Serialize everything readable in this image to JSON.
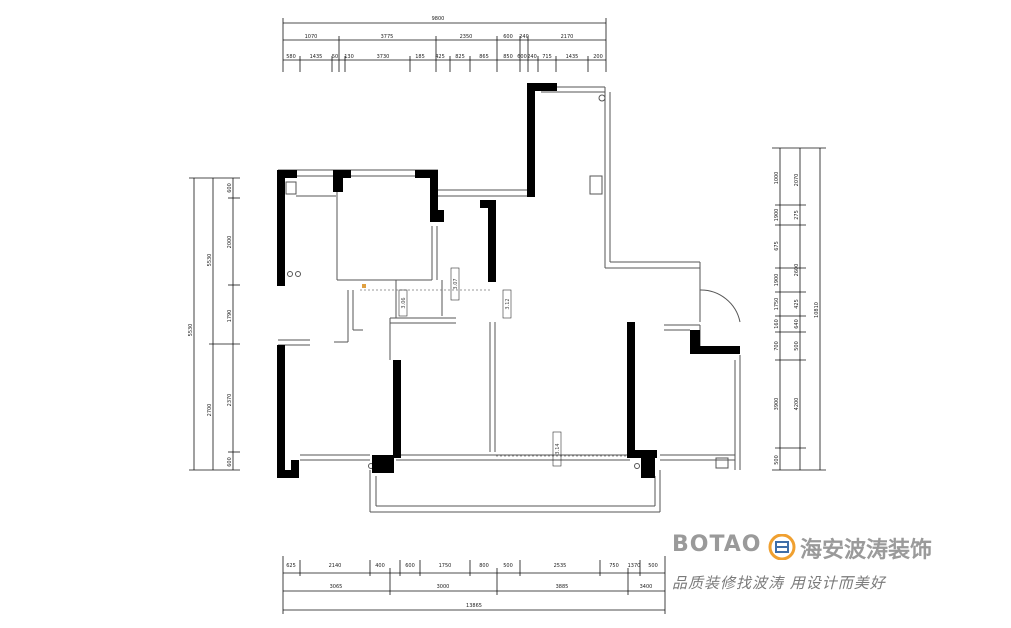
{
  "dims": {
    "top_total": "9800",
    "top_row1": [
      "1070",
      "3775",
      "2350",
      "600",
      "240",
      "2170"
    ],
    "top_row2": [
      "580",
      "1435",
      "50",
      "130",
      "3730",
      "185",
      "425",
      "825",
      "865",
      "850",
      "600",
      "240",
      "715",
      "1435",
      "200"
    ],
    "bottom_row1": [
      "625",
      "2140",
      "400",
      "600",
      "1750",
      "800",
      "500",
      "2535",
      "750",
      "1370",
      "500"
    ],
    "bottom_row2": [
      "3065",
      "3000",
      "3885",
      "3400"
    ],
    "bottom_total": "13865",
    "left_outer": [
      "5530",
      "2700"
    ],
    "left_inner": [
      "600",
      "2000",
      "1790",
      "2370",
      "600"
    ],
    "right_inner": [
      "1000",
      "1900",
      "675",
      "1900",
      "1750",
      "160",
      "700",
      "3900",
      "500"
    ],
    "right_middle": [
      "2070",
      "275",
      "2600",
      "425",
      "640",
      "500",
      "4200"
    ],
    "right_outer": "10810"
  },
  "room_labels": [
    "3.06",
    "3.07",
    "3.12",
    "3.14"
  ],
  "brand": {
    "latin": "BOTAO",
    "chinese": "海安波涛装饰",
    "slogan": "品质装修找波涛   用设计而美好",
    "logo_color": "#f0a030",
    "logo_inner_color": "#3f6ea8"
  }
}
